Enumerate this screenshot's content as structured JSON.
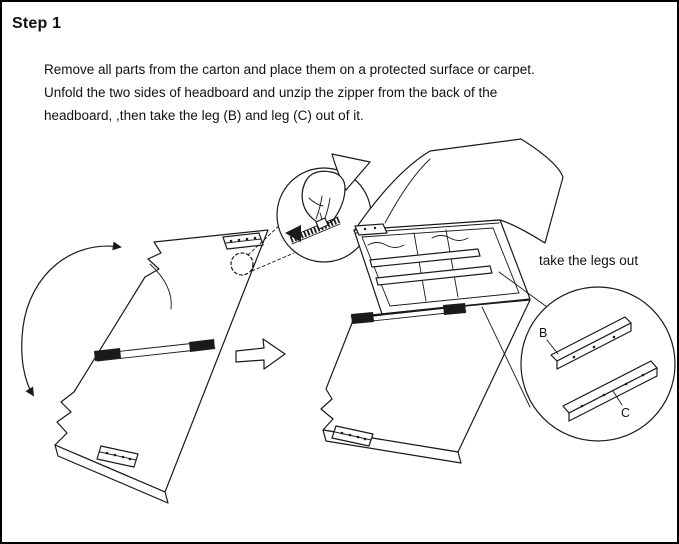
{
  "page": {
    "step_title": "Step 1",
    "instructions": [
      "Remove all parts from the carton and place them on a protected surface or carpet.",
      "Unfold the two sides of headboard and unzip the zipper from the back of the",
      "headboard,  ,then take the leg (B) and leg (C) out  of it."
    ]
  },
  "diagram": {
    "callout_label": "take the legs out",
    "leg_b_label": "B",
    "leg_c_label": "C"
  },
  "colors": {
    "ink": "#1a1a1a",
    "paper": "#ffffff",
    "border": "#000000"
  }
}
